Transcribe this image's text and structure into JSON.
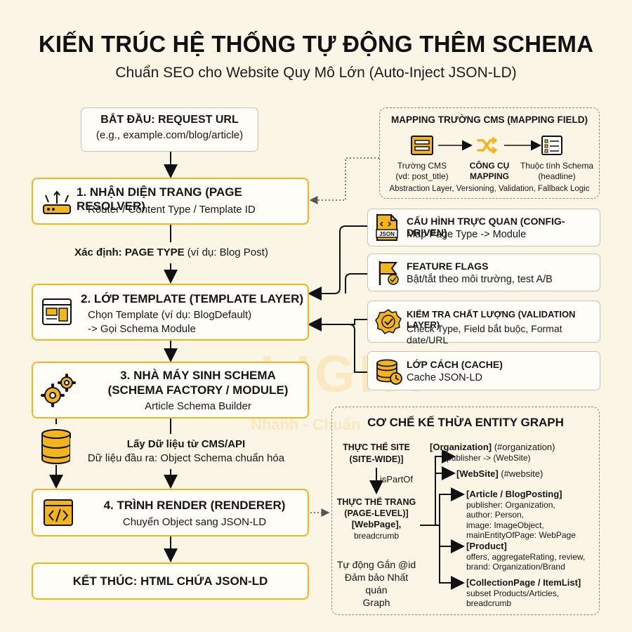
{
  "header": {
    "title": "KIẾN TRÚC HỆ THỐNG TỰ ĐỘNG THÊM SCHEMA",
    "subtitle": "Chuẩn SEO cho Website Quy Mô Lớn (Auto-Inject JSON-LD)"
  },
  "watermark": {
    "brand": "LIGHT",
    "tagline": "Nhanh - Chuẩn"
  },
  "flow": {
    "start": {
      "title": "BẮT ĐẦU: REQUEST URL",
      "subtitle": "(e.g., example.com/blog/article)"
    },
    "step1": {
      "title": "1. NHẬN DIỆN TRANG (PAGE RESOLVER)",
      "subtitle": "Router / Content Type / Template ID",
      "icon": "router-icon"
    },
    "label1": {
      "bold": "Xác định: PAGE TYPE",
      "rest": " (ví dụ: Blog Post)"
    },
    "step2": {
      "title": "2. LỚP TEMPLATE (TEMPLATE LAYER)",
      "line1": "Chọn Template (ví dụ: BlogDefault)",
      "line2": "-> Gọi Schema Module",
      "icon": "template-icon"
    },
    "step3": {
      "title1": "3. NHÀ MÁY SINH SCHEMA",
      "title2": "(SCHEMA FACTORY / MODULE)",
      "subtitle": "Article Schema Builder",
      "icon": "gears-icon"
    },
    "label2": {
      "bold": "Lấy Dữ liệu từ CMS/API",
      "rest": "Dữ liệu đầu ra: Object Schema chuẩn hóa",
      "icon": "database-icon"
    },
    "step4": {
      "title": "4. TRÌNH RENDER (RENDERER)",
      "subtitle": "Chuyển Object sang JSON-LD",
      "icon": "code-icon"
    },
    "end": {
      "title": "KẾT THÚC: HTML CHỨA JSON-LD"
    }
  },
  "mapping": {
    "title": "MAPPING TRƯỜNG CMS (MAPPING FIELD)",
    "cms_field": {
      "line1": "Trường CMS",
      "line2": "(vd: post_title)",
      "icon": "form-icon"
    },
    "tool": {
      "line1": "CÔNG CỤ",
      "line2": "MAPPING",
      "icon": "shuffle-icon"
    },
    "schema_prop": {
      "line1": "Thuộc tính Schema",
      "line2": "(headline)",
      "icon": "list-icon"
    },
    "footer": "Abstraction Layer, Versioning, Validation, Fallback Logic"
  },
  "side": [
    {
      "title": "CẤU HÌNH TRỰC QUAN (CONFIG-DRIVEN)",
      "subtitle": "Map Page Type -> Module",
      "icon": "json-file-icon"
    },
    {
      "title": "FEATURE FLAGS",
      "subtitle": "Bật/tắt theo môi trường, test A/B",
      "icon": "flag-icon"
    },
    {
      "title": "KIỂM TRA CHẤT LƯỢNG (VALIDATION LAYER)",
      "subtitle": "Check Type, Field bắt buộc, Format date/URL",
      "icon": "badge-check-icon"
    },
    {
      "title": "LỚP CÁCH (CACHE)",
      "subtitle": "Cache JSON-LD",
      "icon": "cache-icon"
    }
  ],
  "graph": {
    "title": "CƠ CHẾ KẾ THỪA ENTITY GRAPH",
    "site": {
      "line1": "THỰC THỂ SITE",
      "line2": "(SITE-WIDE)]"
    },
    "relation": "isPartOf",
    "page": {
      "line1": "THỰC THỂ TRANG",
      "line2": "(PAGE-LEVEL)]",
      "line3": "[WebPage],",
      "line4": "breadcrumb"
    },
    "note": {
      "line1": "Tự động Gắn @id",
      "line2": "Đảm bảo Nhất quán",
      "line3": "Graph"
    },
    "organization": {
      "name": "[Organization]",
      "id": " (#organization)",
      "detail": "publisher -> (WebSite)"
    },
    "website": {
      "name": "[WebSite]",
      "id": " (#website)"
    },
    "article": {
      "name": "[Article / BlogPosting]",
      "l1": "publisher: Organization,",
      "l2": "author: Person,",
      "l3": "image: ImageObject,",
      "l4": "mainEntityOfPage: WebPage"
    },
    "product": {
      "name": "[Product]",
      "l1": "offers, aggregateRating, review,",
      "l2": "brand: Organization/Brand"
    },
    "collection": {
      "name": "[CollectionPage / ItemList]",
      "l1": "subset Products/Articles,",
      "l2": "breadcrumb"
    }
  },
  "colors": {
    "accent": "#f2b51c",
    "background": "#fbf5e6",
    "text": "#161616",
    "dashed": "#8f8a7d"
  }
}
